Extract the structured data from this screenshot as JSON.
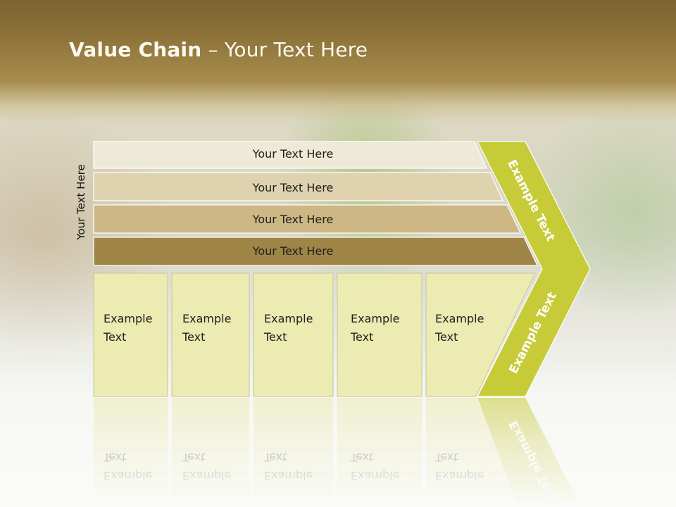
{
  "slide": {
    "title_bold": "Value Chain",
    "title_rest": " – Your Text Here",
    "side_label": "Your Text Here"
  },
  "diagram": {
    "bars": [
      {
        "label": "Your Text Here",
        "color": "#efe9d7"
      },
      {
        "label": "Your Text Here",
        "color": "#dfd2ae"
      },
      {
        "label": "Your Text Here",
        "color": "#cdb784"
      },
      {
        "label": "Your Text Here",
        "color": "#9f8546"
      }
    ],
    "columns": [
      {
        "line1": "Example",
        "line2": "Text"
      },
      {
        "line1": "Example",
        "line2": "Text"
      },
      {
        "line1": "Example",
        "line2": "Text"
      },
      {
        "line1": "Example",
        "line2": "Text"
      },
      {
        "line1": "Example",
        "line2": "Text"
      }
    ],
    "column_color": "#ebebb2",
    "chevron": {
      "top_label": "Example Text",
      "bottom_label": "Example Text",
      "color": "#c7cb38"
    }
  }
}
